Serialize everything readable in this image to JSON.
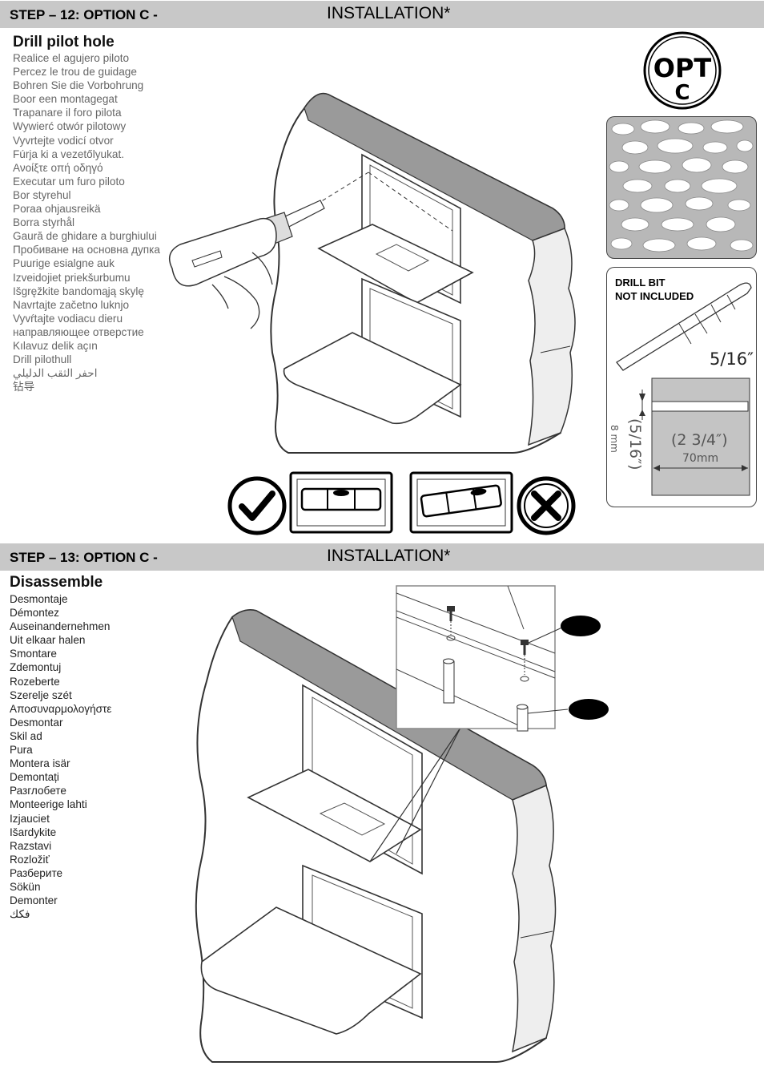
{
  "step12": {
    "title": "STEP – 12: OPTION C -",
    "section": "INSTALLATION*",
    "heading": "Drill pilot hole",
    "translations": [
      "Realice el agujero piloto",
      "Percez le trou de guidage",
      "Bohren Sie die Vorbohrung",
      "Boor een montagegat",
      "Trapanare il foro pilota",
      "Wywierć otwór pilotowy",
      "Vyvrtejte vodicí otvor",
      "Fúrja ki a vezetőlyukat.",
      "Ανοίξτε οπή οδηγό",
      "Executar um furo piloto",
      "Bor styrehul",
      "Poraa ohjausreikä",
      "Borra styrhål",
      "Gaură de ghidare a burghiului",
      "Пробиване на основна дупка",
      "Puurige esialgne auk",
      "Izveidojiet priekšurbumu",
      "Išgręžkite bandomąją skylę",
      "Navrtajte začetno luknjo",
      "Vyvŕtajte vodiacu dieru",
      "направляющее отверстие",
      "Kılavuz delik açın",
      "Drill pilothull",
      "احفر الثقب الدليلي",
      "钻导"
    ],
    "badge": {
      "line1": "OPT",
      "line2": "C"
    },
    "drill_bit": {
      "line1": "DRILL BIT",
      "line2": "NOT INCLUDED",
      "size": "5/16″"
    },
    "dimensions": {
      "diameter_in": "(5/16″)",
      "diameter_mm": "8 mm",
      "depth_in": "(2 3/4″)",
      "depth_mm": "70mm"
    }
  },
  "step13": {
    "title": "STEP – 13: OPTION C -",
    "section": "INSTALLATION*",
    "heading": "Disassemble",
    "translations": [
      "Desmontaje",
      "Démontez",
      "Auseinandernehmen",
      "Uit elkaar halen",
      "Smontare",
      "Zdemontuj",
      "Rozeberte",
      "Szerelje szét",
      "Αποσυναρμολογήστε",
      "Desmontar",
      "Skil ad",
      "Pura",
      "Montera isär",
      "Demontați",
      "Разглобете",
      "Monteerige lahti",
      "Izjauciet",
      "Išardykite",
      "Razstavi",
      "Rozložiť",
      "Разберите",
      "Sökün",
      "Demonter",
      "فكك"
    ]
  },
  "colors": {
    "bar": "#c8c8c8",
    "stone": "#c0c0c0",
    "wall_edge": "#9a9a9a"
  }
}
